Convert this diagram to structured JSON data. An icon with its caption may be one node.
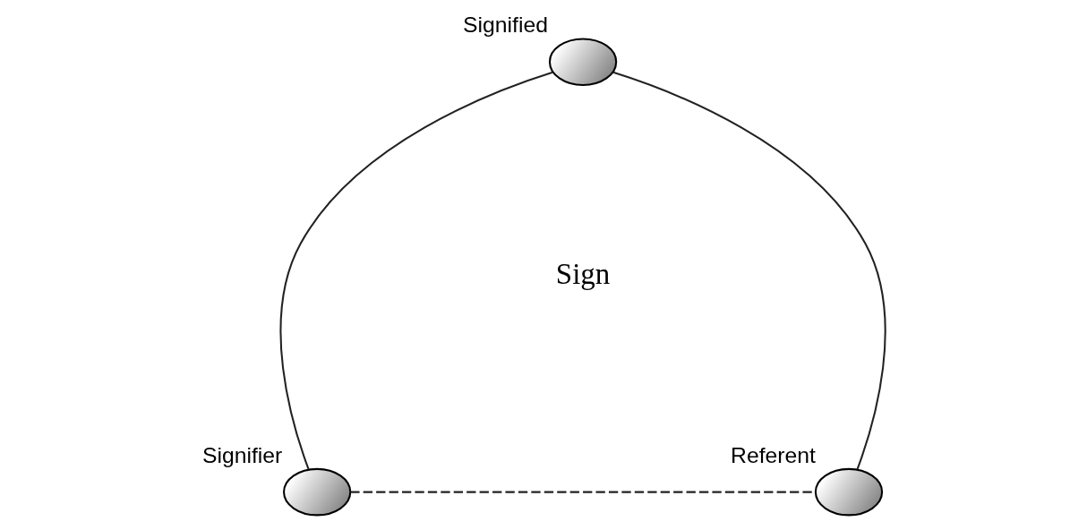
{
  "diagram": {
    "nodes": [
      {
        "text": [],
        "shape": "ellipse",
        "beside": [
          "Signified"
        ]
      },
      {
        "text": [],
        "shape": "ellipse",
        "beside": [
          "Signifier"
        ]
      },
      {
        "text": [],
        "shape": "ellipse",
        "beside": [
          "Referent"
        ]
      }
    ],
    "edges": [
      {
        "from": 0,
        "to": 1,
        "arrow": "none"
      },
      {
        "from": 0,
        "to": 2,
        "arrow": "none"
      },
      {
        "from": 1,
        "to": 2,
        "arrow": "none",
        "style": "dashed"
      }
    ],
    "labels": [
      "Sign"
    ]
  }
}
